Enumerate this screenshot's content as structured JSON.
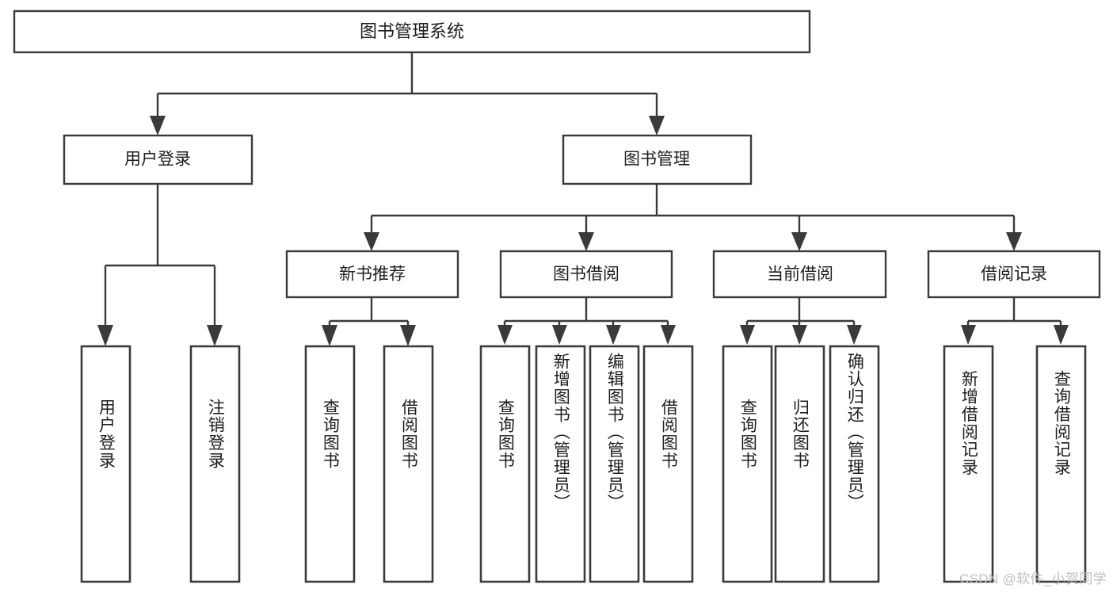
{
  "diagram": {
    "type": "hierarchy-tree",
    "title": "图书管理系统",
    "orientation": "top-down",
    "colors": {
      "background": "#ffffff",
      "box_fill": "#ffffff",
      "box_stroke": "#3a3a3a",
      "text": "#1d1d1d",
      "watermark": "#bfbfbf"
    },
    "root": {
      "label": "图书管理系统"
    },
    "level2": [
      {
        "label": "用户登录"
      },
      {
        "label": "图书管理"
      }
    ],
    "level3": [
      {
        "label": "新书推荐"
      },
      {
        "label": "图书借阅"
      },
      {
        "label": "当前借阅"
      },
      {
        "label": "借阅记录"
      }
    ],
    "leaves": {
      "user_login": [
        {
          "label": "用户登录"
        },
        {
          "label": "注销登录"
        }
      ],
      "new_book_recommend": [
        {
          "label": "查询图书"
        },
        {
          "label": "借阅图书"
        }
      ],
      "book_borrow": [
        {
          "label": "查询图书"
        },
        {
          "label": "新增图书（管理员）"
        },
        {
          "label": "编辑图书（管理员）"
        },
        {
          "label": "借阅图书"
        }
      ],
      "current_borrow": [
        {
          "label": "查询图书"
        },
        {
          "label": "归还图书"
        },
        {
          "label": "确认归还（管理员）"
        }
      ],
      "borrow_record": [
        {
          "label": "新增借阅记录"
        },
        {
          "label": "查询借阅记录"
        }
      ]
    },
    "watermark": "CSDN @软件_小贺同学"
  }
}
